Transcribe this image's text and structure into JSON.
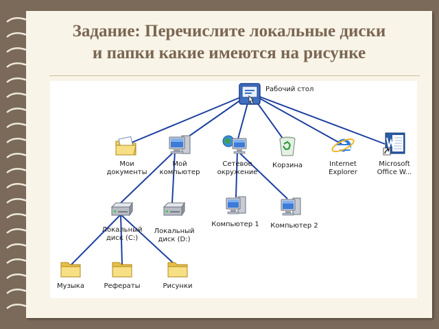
{
  "slide": {
    "title_line1": "Задание: Перечислите локальные диски",
    "title_line2": "и папки какие имеются на рисунке"
  },
  "diagram": {
    "root": {
      "label": "Рабочий стол",
      "icon": "desktop-icon"
    },
    "nodes": {
      "my_documents": {
        "line1": "Мои",
        "line2": "документы",
        "icon": "my-documents-icon"
      },
      "my_computer": {
        "line1": "Мой",
        "line2": "компьютер",
        "icon": "my-computer-icon"
      },
      "network": {
        "line1": "Сетевое",
        "line2": "окружение",
        "icon": "network-icon"
      },
      "recycle_bin": {
        "line1": "Корзина",
        "icon": "recycle-bin-icon"
      },
      "internet_explorer": {
        "line1": "Internet",
        "line2": "Explorer",
        "icon": "internet-explorer-icon"
      },
      "word": {
        "line1": "Microsoft",
        "line2": "Office W...",
        "icon": "word-shortcut-icon"
      },
      "disk_c": {
        "line1": "Локальный",
        "line2": "диск (C:)",
        "icon": "hard-disk-icon"
      },
      "disk_d": {
        "line1": "Локальный",
        "line2": "диск (D:)",
        "icon": "hard-disk-icon"
      },
      "computer1": {
        "line1": "Компьютер 1",
        "icon": "computer-icon"
      },
      "computer2": {
        "line1": "Компьютер 2",
        "icon": "computer-icon"
      },
      "music": {
        "line1": "Музыка",
        "icon": "folder-icon"
      },
      "essays": {
        "line1": "Рефераты",
        "icon": "folder-icon"
      },
      "pictures": {
        "line1": "Рисунки",
        "icon": "folder-icon"
      }
    }
  },
  "colors": {
    "slide_background": "#7b6a5a",
    "title": "#7b6652",
    "connector": "#1c3f9e",
    "folder": "#f1cf5a"
  }
}
